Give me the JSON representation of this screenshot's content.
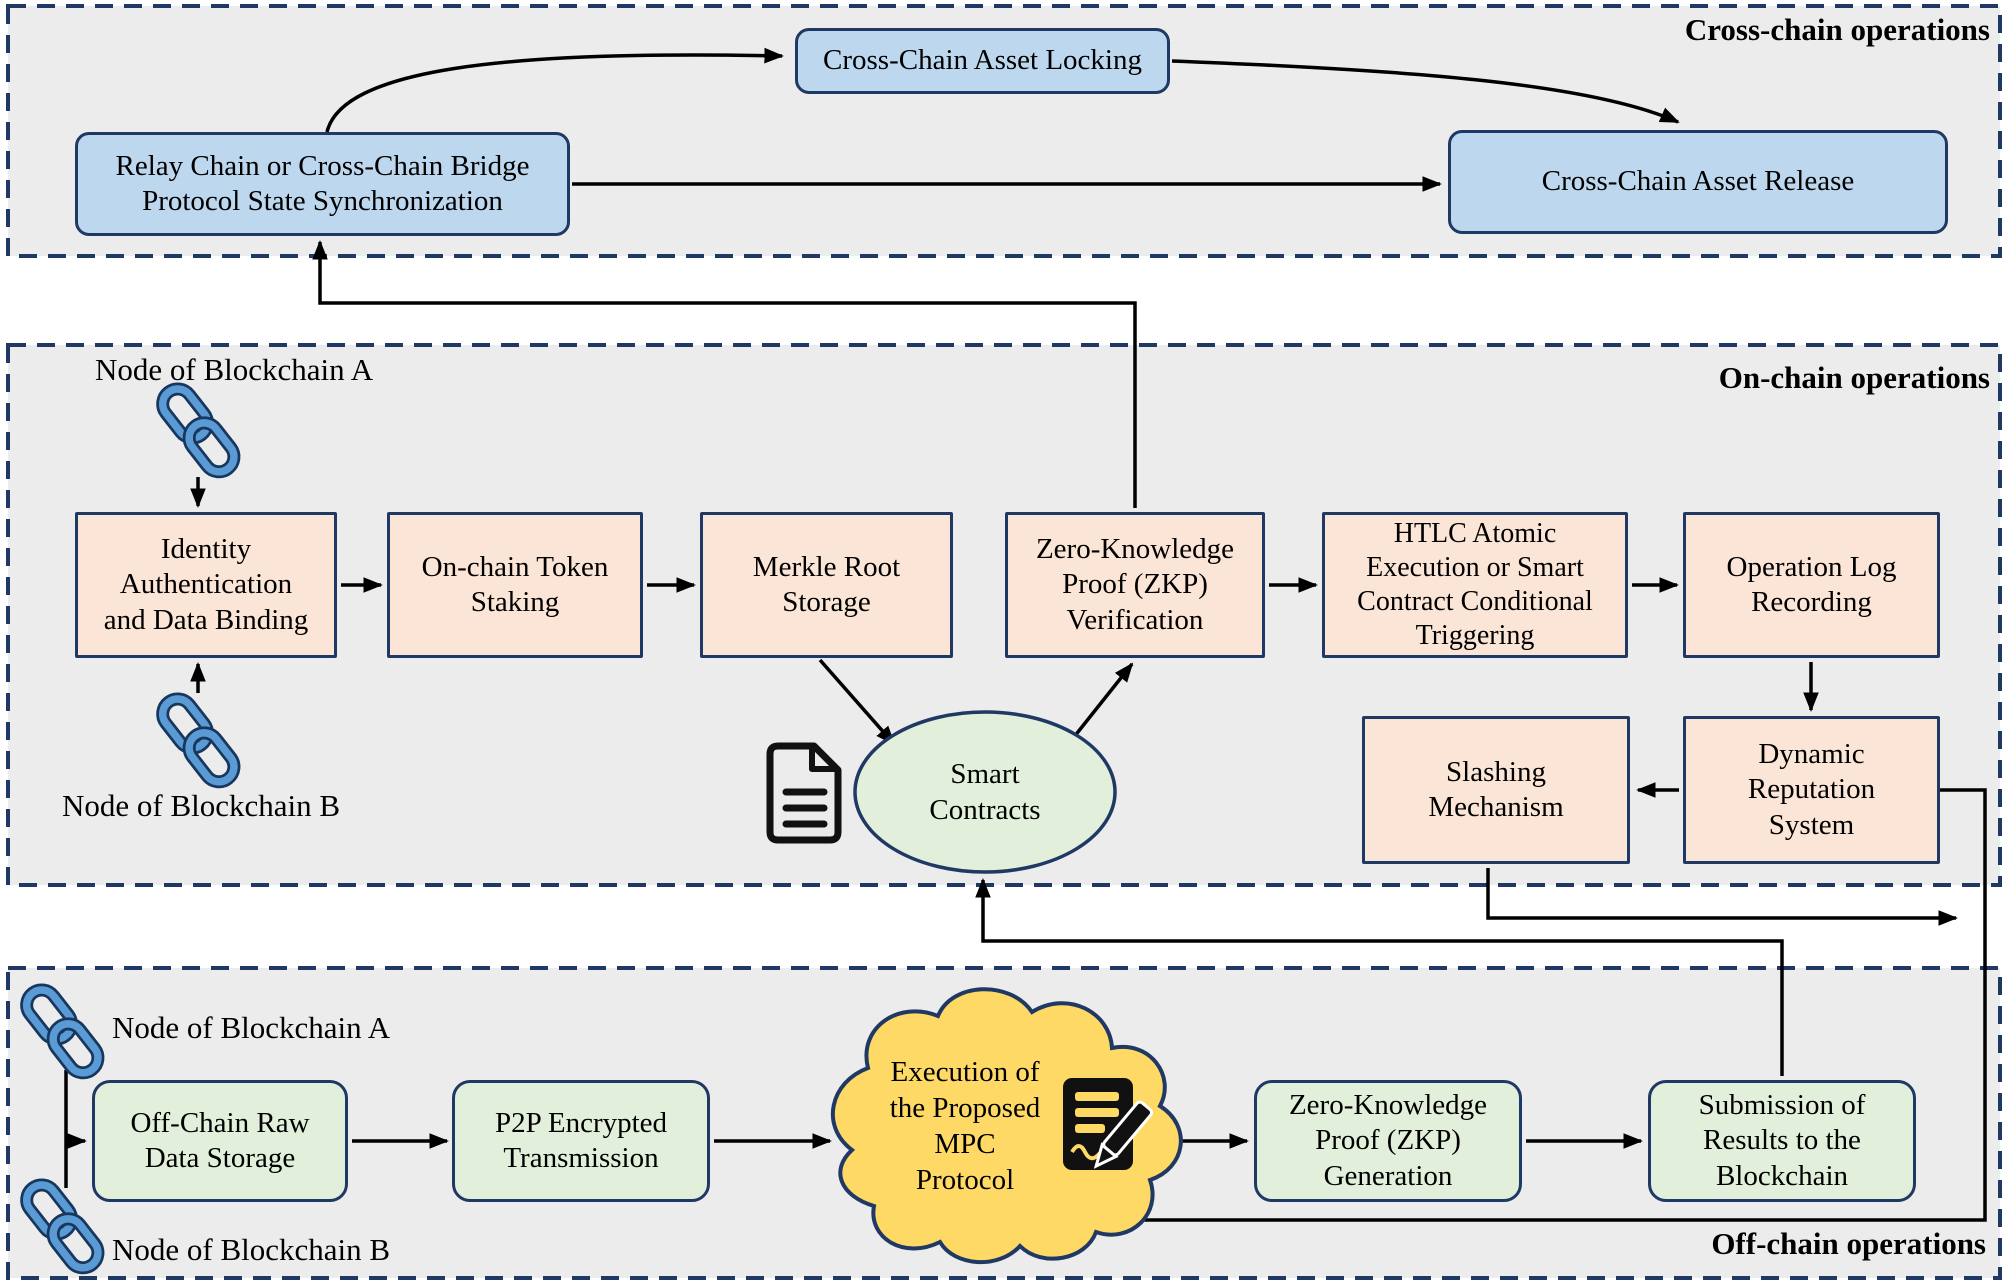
{
  "sections": {
    "cross_chain": {
      "label": "Cross-chain operations"
    },
    "on_chain": {
      "label": "On-chain operations"
    },
    "off_chain": {
      "label": "Off-chain operations"
    }
  },
  "cross_chain": {
    "asset_locking": "Cross-Chain Asset Locking",
    "relay": "Relay Chain or Cross-Chain Bridge\nProtocol State Synchronization",
    "asset_release": "Cross-Chain Asset Release"
  },
  "on_chain": {
    "node_a": "Node of Blockchain A",
    "node_b": "Node of Blockchain B",
    "identity": "Identity\nAuthentication\nand Data Binding",
    "staking": "On-chain Token\nStaking",
    "merkle": "Merkle Root\nStorage",
    "zkp_verification": "Zero-Knowledge\nProof (ZKP)\nVerification",
    "htlc": "HTLC Atomic\nExecution or Smart\nContract Conditional\nTriggering",
    "op_log": "Operation Log\nRecording",
    "slashing": "Slashing\nMechanism",
    "reputation": "Dynamic\nReputation\nSystem",
    "smart_contracts": "Smart\nContracts"
  },
  "off_chain": {
    "node_a": "Node of Blockchain A",
    "node_b": "Node of Blockchain B",
    "raw_storage": "Off-Chain Raw\nData Storage",
    "p2p": "P2P Encrypted\nTransmission",
    "mpc_cloud": "Execution of\nthe Proposed\nMPC\nProtocol",
    "zkp_generation": "Zero-Knowledge\nProof (ZKP)\nGeneration",
    "submission": "Submission of\nResults to the\nBlockchain"
  },
  "icons": {
    "chain_link": "chain-link-icon",
    "document": "document-icon",
    "clipboard_pen": "clipboard-pen-icon"
  },
  "colors": {
    "box_blue": "#bdd7ee",
    "box_peach": "#fbe5d6",
    "box_green": "#e2efda",
    "cloud_yellow": "#ffd966",
    "border_navy": "#1f3864",
    "section_bg": "#ececec",
    "chain_blue": "#5b9bd5",
    "arrow_black": "#000000"
  }
}
